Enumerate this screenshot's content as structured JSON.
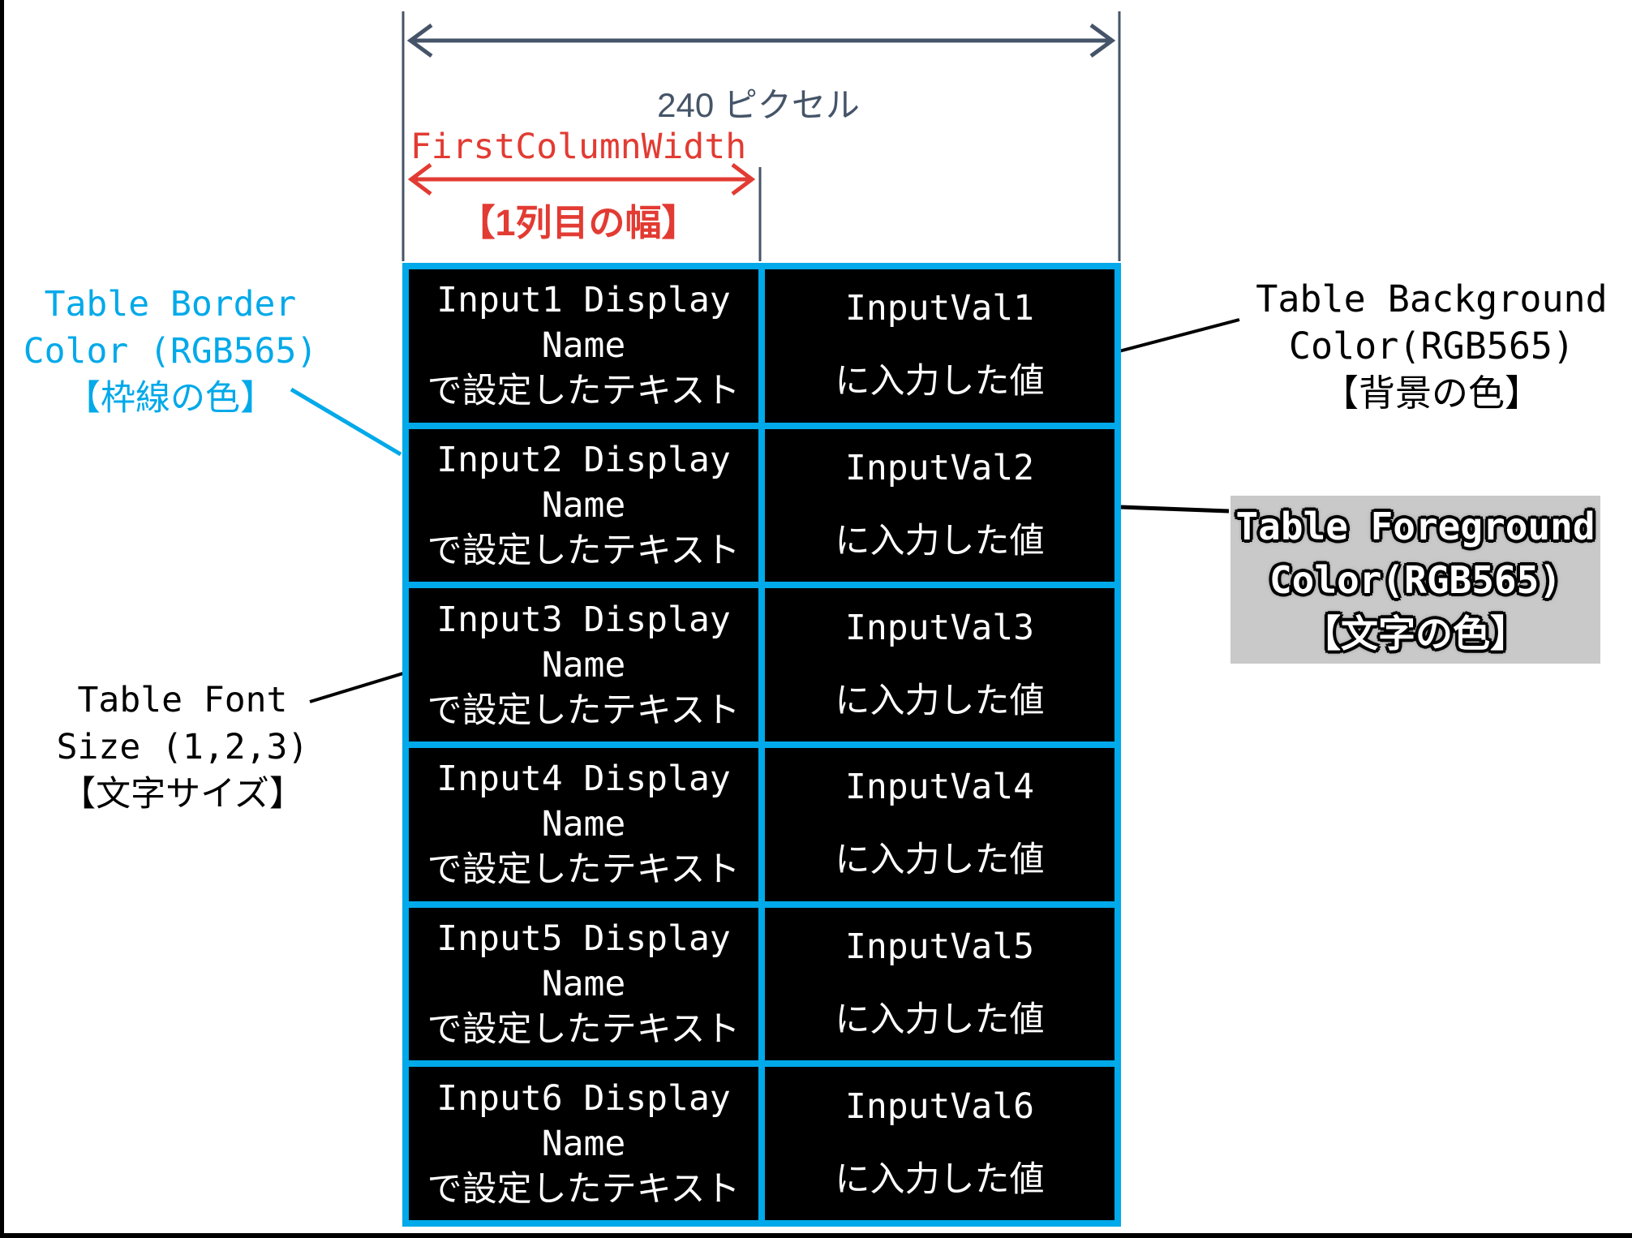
{
  "colors": {
    "table_border": "#00A9E9",
    "table_background": "#000000",
    "table_foreground": "#FFFFFF",
    "dimension_arrow": "#455468",
    "first_column_accent": "#E23B33",
    "foreground_box_background": "#C9C9C9",
    "page_background": "#FFFFFF"
  },
  "dimensions": {
    "total_width_label": "240 ピクセル",
    "first_column_width_label": "FirstColumnWidth",
    "first_column_width_label_jp": "【1列目の幅】"
  },
  "annotations": {
    "border_color": {
      "line1": "Table Border",
      "line2": "Color (RGB565)",
      "line3": "【枠線の色】"
    },
    "font_size": {
      "line1": "Table Font",
      "line2": "Size (1,2,3)",
      "line3": "【文字サイズ】"
    },
    "background_color": {
      "line1": "Table Background",
      "line2": "Color(RGB565)",
      "line3": "【背景の色】"
    },
    "foreground_color": {
      "line1": "Table Foreground",
      "line2": "Color(RGB565)",
      "line3": "【文字の色】"
    }
  },
  "table": {
    "rows": [
      {
        "name_line1": "Input1 Display",
        "name_line2": "Name",
        "name_line3": "で設定したテキスト",
        "value_line1": "InputVal1",
        "value_line2": "に入力した値"
      },
      {
        "name_line1": "Input2 Display",
        "name_line2": "Name",
        "name_line3": "で設定したテキスト",
        "value_line1": "InputVal2",
        "value_line2": "に入力した値"
      },
      {
        "name_line1": "Input3 Display",
        "name_line2": "Name",
        "name_line3": "で設定したテキスト",
        "value_line1": "InputVal3",
        "value_line2": "に入力した値"
      },
      {
        "name_line1": "Input4 Display",
        "name_line2": "Name",
        "name_line3": "で設定したテキスト",
        "value_line1": "InputVal4",
        "value_line2": "に入力した値"
      },
      {
        "name_line1": "Input5 Display",
        "name_line2": "Name",
        "name_line3": "で設定したテキスト",
        "value_line1": "InputVal5",
        "value_line2": "に入力した値"
      },
      {
        "name_line1": "Input6 Display",
        "name_line2": "Name",
        "name_line3": "で設定したテキスト",
        "value_line1": "InputVal6",
        "value_line2": "に入力した値"
      }
    ]
  }
}
